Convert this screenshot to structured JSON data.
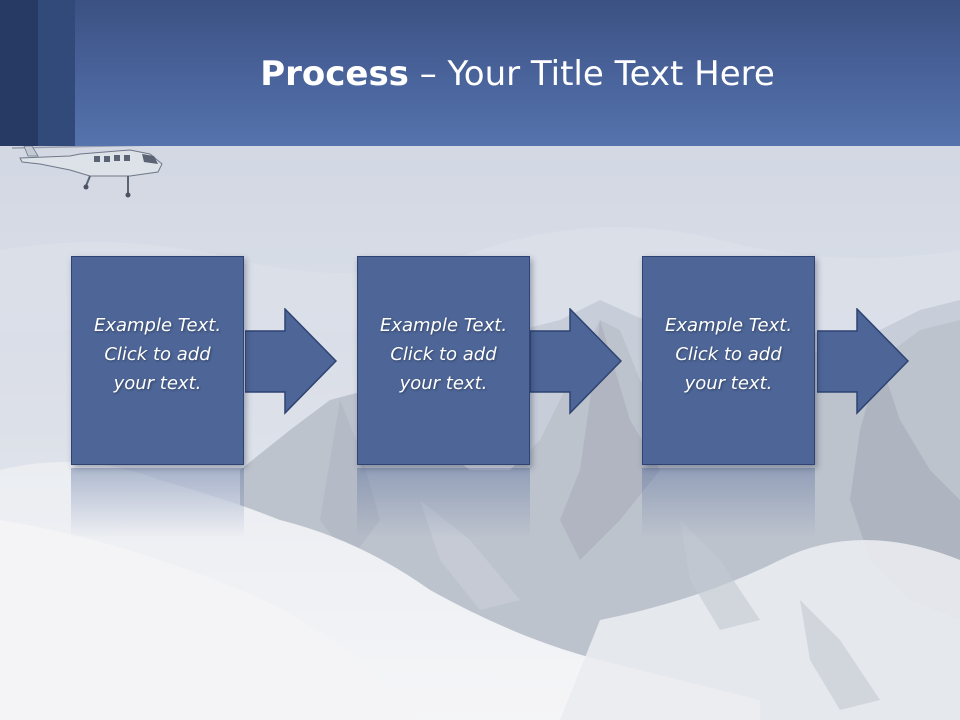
{
  "slide": {
    "title_bold": "Process",
    "title_rest": " – Your Title Text Here"
  },
  "steps": [
    {
      "lines": [
        "Example Text.",
        "Click  to add",
        "your text."
      ]
    },
    {
      "lines": [
        "Example Text.",
        "Click  to add",
        "your text."
      ]
    },
    {
      "lines": [
        "Example Text.",
        "Click  to add",
        "your text."
      ]
    }
  ],
  "colors": {
    "header": "#4a649c",
    "box_fill": "#4d6597",
    "box_border": "#2e4372",
    "text": "#ffffff"
  },
  "icons": {
    "helicopter": "helicopter-icon",
    "arrow": "right-arrow-icon"
  }
}
